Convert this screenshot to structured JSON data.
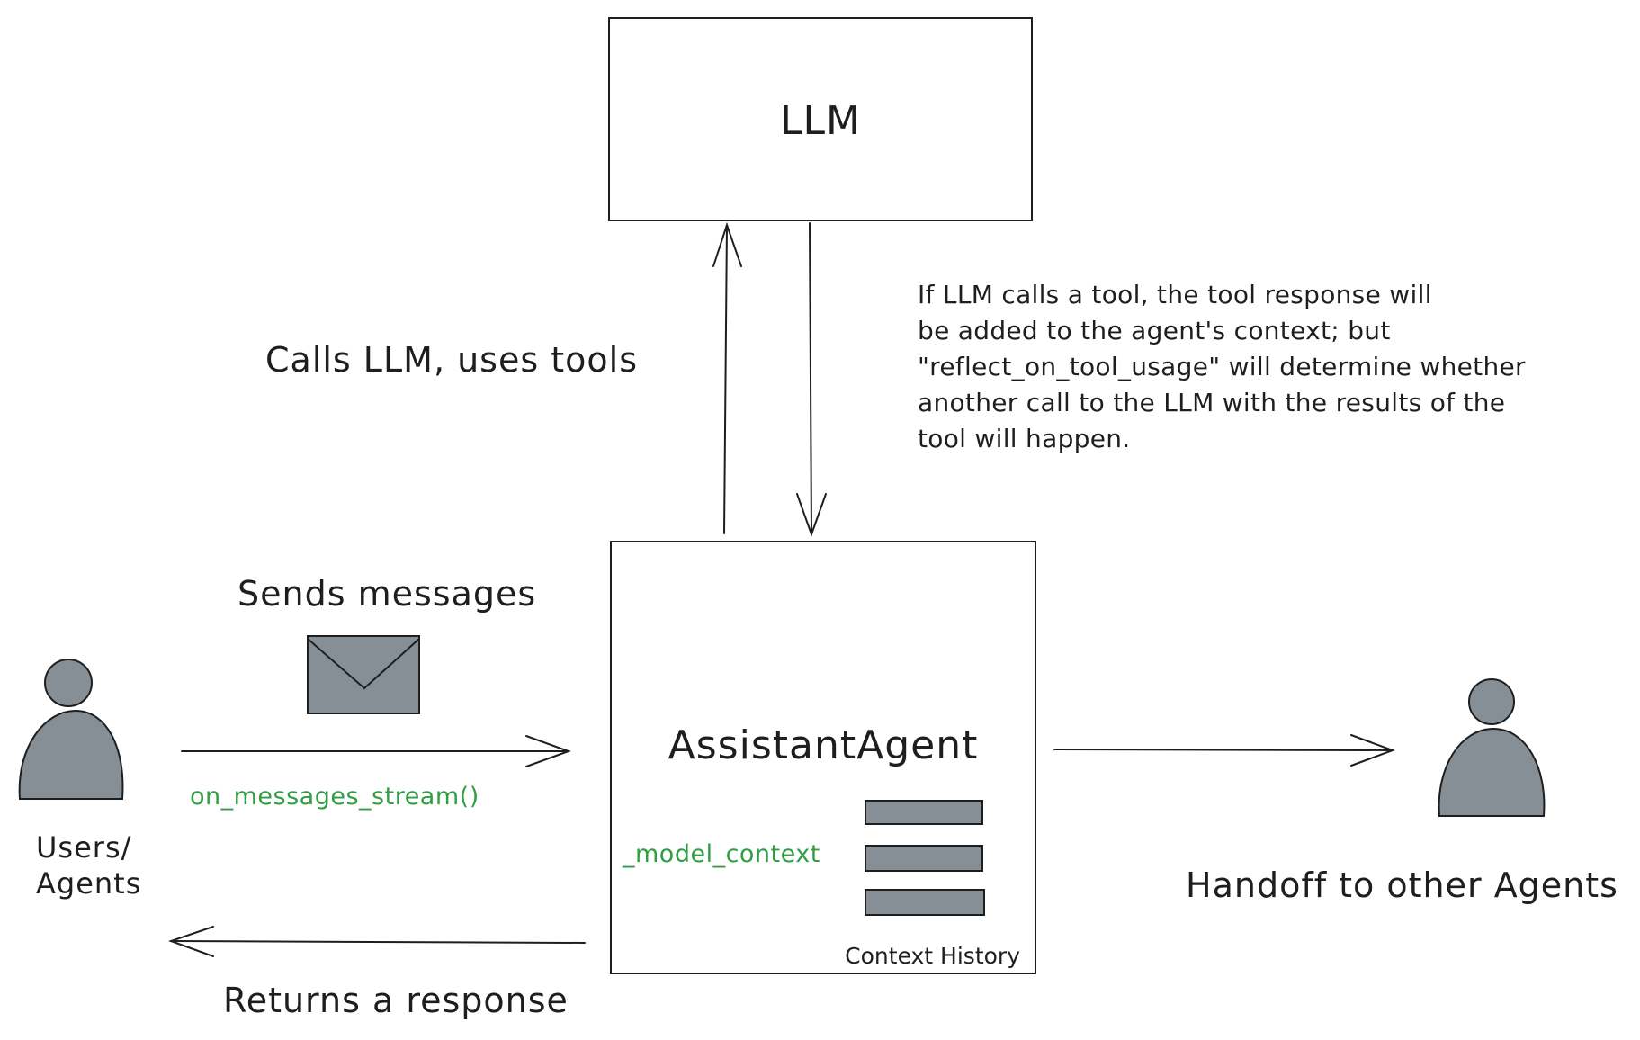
{
  "llm_box": {
    "title": "LLM"
  },
  "agent_box": {
    "title": "AssistantAgent",
    "model_context_label": "_model_context",
    "context_history_label": "Context History"
  },
  "labels": {
    "calls_llm": "Calls LLM, uses tools",
    "sends_messages": "Sends messages",
    "on_messages_stream": "on_messages_stream()",
    "returns_response": "Returns a response",
    "handoff": "Handoff to other Agents"
  },
  "note": {
    "lines": [
      "If LLM calls a tool, the tool response will",
      "be added to the agent's context; but",
      "\"reflect_on_tool_usage\" will determine whether",
      "another call to the LLM with the results of the",
      "tool will happen."
    ]
  },
  "users": {
    "label_line1": "Users/",
    "label_line2": "Agents"
  },
  "icons": {
    "user_left": "person-icon",
    "user_right": "person-icon",
    "envelope": "envelope-icon",
    "context_stack": "context-history-bars-icon"
  },
  "colors": {
    "stroke": "#1e1e1e",
    "icon_fill": "#868e96",
    "code_green": "#2f9e44",
    "background": "#ffffff"
  }
}
